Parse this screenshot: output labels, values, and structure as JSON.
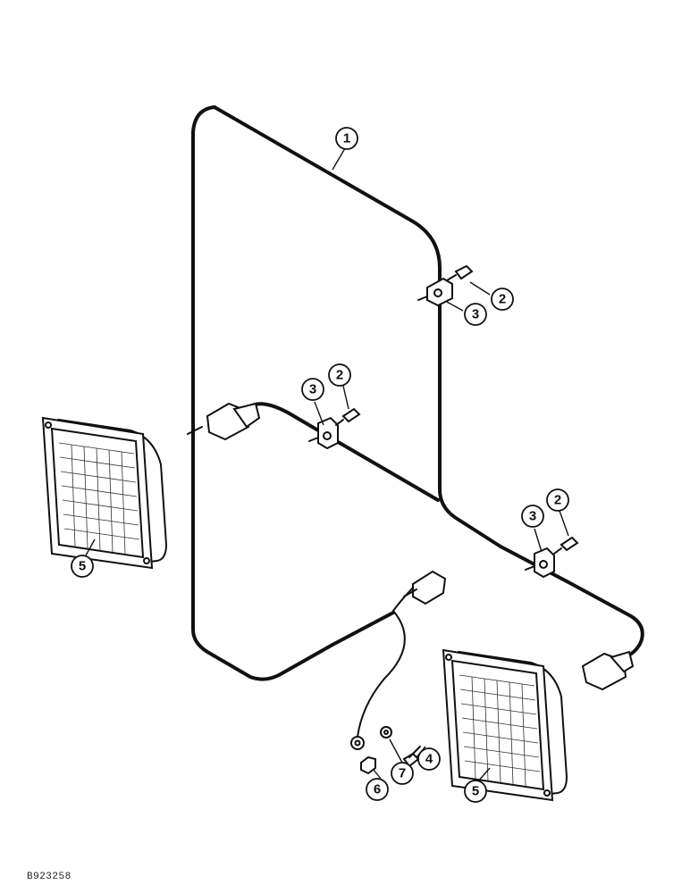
{
  "diagram": {
    "callouts": [
      {
        "id": "c1",
        "label": "1",
        "part": "wiring-harness"
      },
      {
        "id": "c2a",
        "label": "2",
        "part": "bolt"
      },
      {
        "id": "c3a",
        "label": "3",
        "part": "clamp"
      },
      {
        "id": "c2b",
        "label": "2",
        "part": "bolt"
      },
      {
        "id": "c3b",
        "label": "3",
        "part": "clamp"
      },
      {
        "id": "c2c",
        "label": "2",
        "part": "bolt"
      },
      {
        "id": "c3c",
        "label": "3",
        "part": "clamp"
      },
      {
        "id": "c5a",
        "label": "5",
        "part": "work-lamp"
      },
      {
        "id": "c5b",
        "label": "5",
        "part": "work-lamp"
      },
      {
        "id": "c4",
        "label": "4",
        "part": "bolt"
      },
      {
        "id": "c6",
        "label": "6",
        "part": "ring-terminal-nut"
      },
      {
        "id": "c7",
        "label": "7",
        "part": "washer"
      }
    ],
    "reference_code": "B923258"
  }
}
